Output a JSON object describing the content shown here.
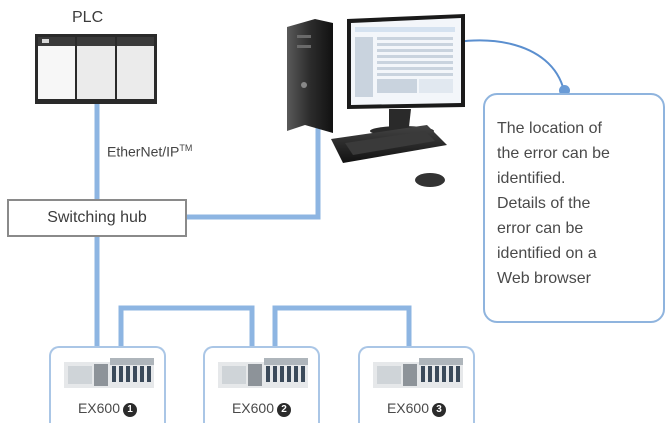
{
  "plc": {
    "label": "PLC"
  },
  "network": {
    "protocol_label": "EtherNet/IP",
    "protocol_mark": "TM"
  },
  "hub": {
    "label": "Switching hub"
  },
  "callout": {
    "lines": [
      "The location of",
      "the error can be",
      "identified.",
      "Details of the",
      "error can be",
      "identified on a",
      "Web browser"
    ]
  },
  "devices": [
    {
      "name": "EX600",
      "number": "1"
    },
    {
      "name": "EX600",
      "number": "2"
    },
    {
      "name": "EX600",
      "number": "3"
    }
  ],
  "colors": {
    "wire": "#8db5e2",
    "callout_border": "#8fb4de",
    "arrow": "#5b8fcf",
    "device_border": "#aac6e6"
  },
  "icons": [
    "desktop-computer-icon",
    "keyboard-icon",
    "mouse-icon",
    "manifold-icon"
  ]
}
